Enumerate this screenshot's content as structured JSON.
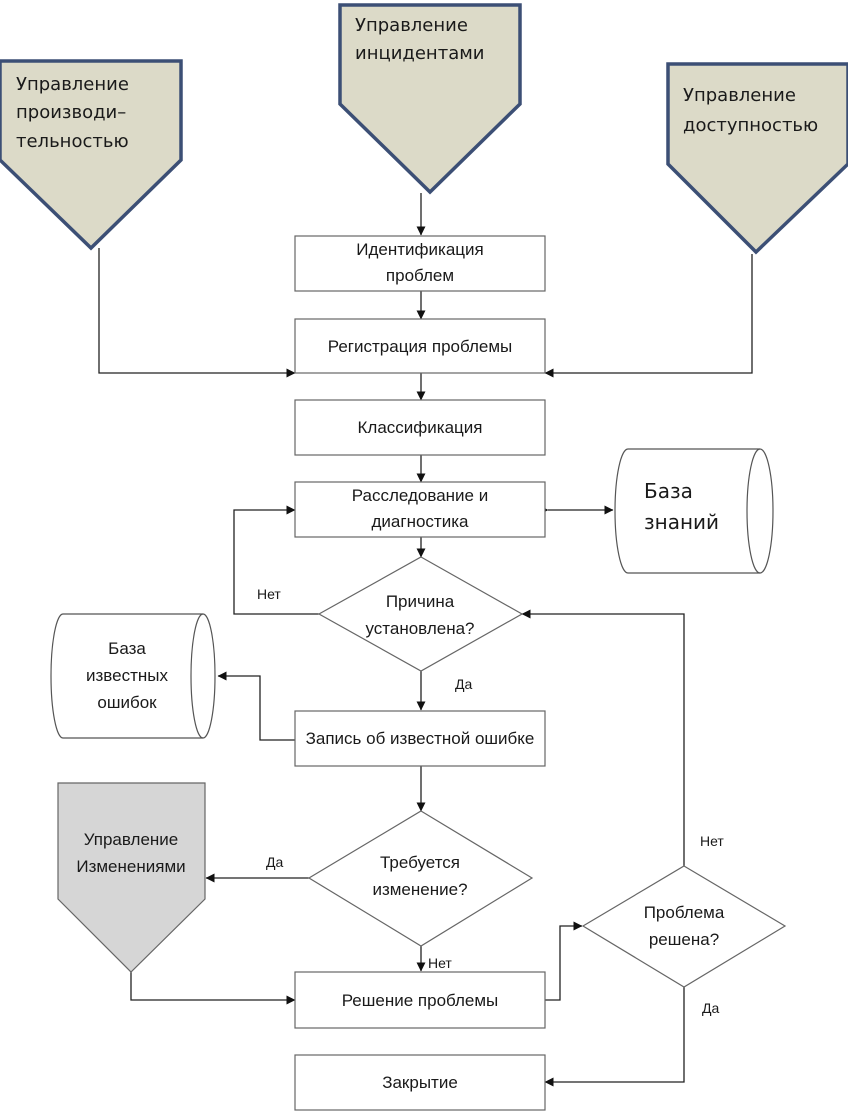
{
  "inputs": {
    "performance": [
      "Управление",
      "производи–",
      "тельностью"
    ],
    "incidents": [
      "Управление",
      "инцидентами"
    ],
    "availability": [
      "Управление",
      "доступностью"
    ]
  },
  "steps": {
    "identification": [
      "Идентификация",
      "проблем"
    ],
    "registration": "Регистрация проблемы",
    "classification": "Классификация",
    "investigation": [
      "Расследование и",
      "диагностика"
    ],
    "known_error_record": "Запись об известной ошибке",
    "resolution": "Решение проблемы",
    "closure": "Закрытие"
  },
  "decisions": {
    "cause_found": [
      "Причина",
      "установлена?"
    ],
    "change_required": [
      "Требуется",
      "изменение?"
    ],
    "problem_solved": [
      "Проблема",
      "решена?"
    ]
  },
  "stores": {
    "knowledge_base": [
      "База",
      "знаний"
    ],
    "known_errors_db": [
      "База",
      "известных",
      "ошибок"
    ]
  },
  "change_management": [
    "Управление",
    "Изменениями"
  ],
  "edge_labels": {
    "cause_no": "Нет",
    "cause_yes": "Да",
    "change_yes": "Да",
    "change_no": "Нет",
    "solved_no": "Нет",
    "solved_yes": "Да"
  },
  "colors": {
    "input_fill": "#dcdac8",
    "input_border": "#3c4f75",
    "change_fill": "#d6d6d6",
    "line": "#222222"
  }
}
